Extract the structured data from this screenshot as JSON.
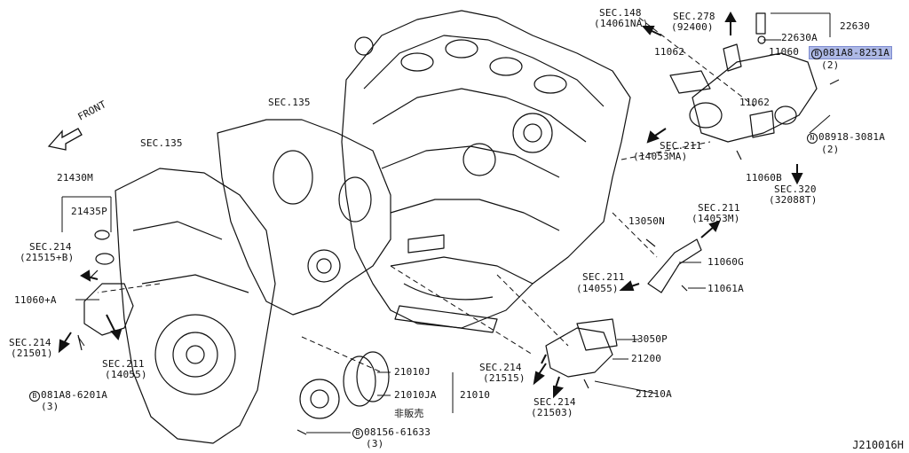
{
  "diagram_id": "J210016H",
  "front_label": "FRONT",
  "labels": {
    "sec148": "SEC.148",
    "sec148_code": "(14061NA)",
    "sec278": "SEC.278",
    "sec278_code": "(92400)",
    "p22630": "22630",
    "p22630a": "22630A",
    "p081a8_8251a": "081A8-8251A",
    "p081a8_8251a_qty": "(2)",
    "p11062_top": "11062",
    "p11060": "11060",
    "p11062_mid": "11062",
    "sec211_a": "SEC.211",
    "sec211_a_code": "(14053MA)",
    "p08918": "08918-3081A",
    "p08918_qty": "(2)",
    "p11060b": "11060B",
    "sec320": "SEC.320",
    "sec320_code": "(32088T)",
    "sec135_mid": "SEC.135",
    "sec135_left": "SEC.135",
    "p21430m": "21430M",
    "p21435p": "21435P",
    "sec214_a": "SEC.214",
    "sec214_a_code": "(21515+B)",
    "p11060a": "11060+A",
    "sec214_b": "SEC.214",
    "sec214_b_code": "(21501)",
    "sec211_b": "SEC.211",
    "sec211_b_code": "(14055)",
    "p081a8_6201a": "081A8-6201A",
    "p081a8_6201a_qty": "(3)",
    "p13050n": "13050N",
    "sec211_c": "SEC.211",
    "sec211_c_code": "(14053M)",
    "p11060g": "11060G",
    "sec211_d": "SEC.211",
    "sec211_d_code": "(14055)",
    "p11061a": "11061A",
    "p13050p": "13050P",
    "p21200": "21200",
    "sec214_c": "SEC.214",
    "sec214_c_code": "(21515)",
    "sec214_d": "SEC.214",
    "sec214_d_code": "(21503)",
    "p21210a": "21210A",
    "p21010j": "21010J",
    "p21010ja": "21010JA",
    "p21010": "21010",
    "hihanbai": "非販売",
    "p08156": "08156-61633",
    "p08156_qty": "(3)",
    "mark_b": "B",
    "mark_n": "N"
  },
  "colors": {
    "line": "#111111",
    "highlight": "#aeb9e6"
  }
}
